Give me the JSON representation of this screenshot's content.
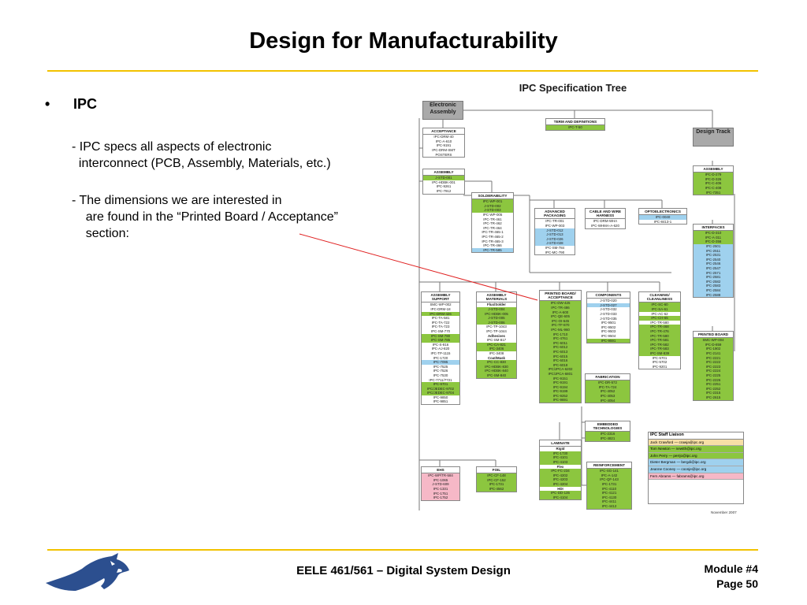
{
  "slide": {
    "title": "Design for Manufacturability",
    "bullet_mark": "•",
    "bullet_label": "IPC",
    "paragraph_1": "- IPC specs all aspects of electronic\n  interconnect (PCB, Assembly, Materials, etc.)",
    "paragraph_2": "- The dimensions we are interested in\n    are found in the “Printed Board / Acceptance”\n    section:",
    "footer_course": "EELE 461/561 – Digital System Design",
    "footer_module": "Module #4",
    "footer_page": "Page 50",
    "accent_color": "#f2c200",
    "pointer_color": "#e02020",
    "logo": "bobcat-logo"
  },
  "tree": {
    "title": "IPC Specification Tree",
    "electronic_assembly": "Electronic Assembly",
    "design_track": "Design Track",
    "date": "November 2007",
    "boxes": [
      {
        "id": "acceptance",
        "name": "ACCEPTANCE",
        "items": [
          {
            "t": "IPC-DRM-40"
          },
          {
            "t": "IPC-A-610"
          },
          {
            "t": "IPC-9191"
          },
          {
            "t": "IPC-DRM-SMT"
          },
          {
            "t": "POSTERS"
          }
        ]
      },
      {
        "id": "term",
        "name": "TERM AND DEFINITIONS",
        "items": [
          {
            "t": "IPC-T-50",
            "c": "g"
          }
        ]
      },
      {
        "id": "assembly-left",
        "name": "ASSEMBLY",
        "items": [
          {
            "t": "J-STD-001",
            "c": "g"
          },
          {
            "t": "IPC-HDBK-001"
          },
          {
            "t": "IPC-9261"
          },
          {
            "t": "IPC-7912"
          }
        ]
      },
      {
        "id": "solderability",
        "name": "SOLDERABILITY",
        "items": [
          {
            "t": "IPC-WP-001",
            "c": "g"
          },
          {
            "t": "J-STD-002",
            "c": "g"
          },
          {
            "t": "J-STD-003",
            "c": "g"
          },
          {
            "t": "IPC-WP-005"
          },
          {
            "t": "IPC-TR-461"
          },
          {
            "t": "IPC-TR-462"
          },
          {
            "t": "IPC-TR-464"
          },
          {
            "t": "IPC-TR-465-1"
          },
          {
            "t": "IPC-TR-465-2"
          },
          {
            "t": "IPC-TR-465-3"
          },
          {
            "t": "IPC-TR-466"
          },
          {
            "t": "IPC-TR-585",
            "c": "b"
          }
        ]
      },
      {
        "id": "advanced",
        "name": "ADVANCED PACKAGING",
        "items": [
          {
            "t": "IPC-TR-001"
          },
          {
            "t": "IPC-WP-003"
          },
          {
            "t": "J-STD-012",
            "c": "b"
          },
          {
            "t": "J-STD-013",
            "c": "b"
          },
          {
            "t": "J-STD-026",
            "c": "b"
          },
          {
            "t": "J-STD-028",
            "c": "b"
          },
          {
            "t": "IPC-SM-784"
          },
          {
            "t": "IPC-MC-790"
          }
        ]
      },
      {
        "id": "cable",
        "name": "CABLE AND WIRE HARNESS",
        "items": [
          {
            "t": "IPC-DRM-WHA"
          },
          {
            "t": "IPC-WHMA-A-620"
          }
        ]
      },
      {
        "id": "opto",
        "name": "OPTOELECTRONICS",
        "items": [
          {
            "t": "IPC-0040",
            "c": "b"
          },
          {
            "t": "IPC-8413-1"
          }
        ]
      },
      {
        "id": "assembly-right",
        "name": "ASSEMBLY",
        "items": [
          {
            "t": "IPC-D-279",
            "c": "g"
          },
          {
            "t": "IPC-D-326",
            "c": "g"
          },
          {
            "t": "IPC-C-406",
            "c": "g"
          },
          {
            "t": "IPC-C-408",
            "c": "g"
          },
          {
            "t": "IPC-7351",
            "c": "g"
          }
        ]
      },
      {
        "id": "interfaces",
        "name": "INTERFACES",
        "items": [
          {
            "t": "IPC-D-310",
            "c": "g"
          },
          {
            "t": "IPC-A-311",
            "c": "g"
          },
          {
            "t": "IPC-D-356",
            "c": "g"
          },
          {
            "t": "IPC-2501",
            "c": "b"
          },
          {
            "t": "IPC-2511",
            "c": "b"
          },
          {
            "t": "IPC-2531",
            "c": "b"
          },
          {
            "t": "IPC-2540",
            "c": "b"
          },
          {
            "t": "IPC-2546",
            "c": "b"
          },
          {
            "t": "IPC-2547",
            "c": "b"
          },
          {
            "t": "IPC-2571",
            "c": "b"
          },
          {
            "t": "IPC-2581",
            "c": "b"
          },
          {
            "t": "IPC-2582",
            "c": "b"
          },
          {
            "t": "IPC-2583",
            "c": "b"
          },
          {
            "t": "IPC-2584",
            "c": "b"
          },
          {
            "t": "IPC-2588",
            "c": "b"
          }
        ]
      },
      {
        "id": "asm-support",
        "name": "ASSEMBLY SUPPORT",
        "items": [
          {
            "t": "SMC-WP-002"
          },
          {
            "t": "IPC-DRM-18"
          },
          {
            "t": "IPC-DRM-426",
            "c": "g"
          },
          {
            "t": "IPC-TA-581"
          },
          {
            "t": "IPC-TA-722"
          },
          {
            "t": "IPC-TA-723"
          },
          {
            "t": "IPC-SM-770"
          },
          {
            "t": "IPC-SM-780",
            "c": "g"
          },
          {
            "t": "IPC-SM-785",
            "c": "g"
          },
          {
            "t": "IPC-S-816"
          },
          {
            "t": "IPC-AJ-820"
          },
          {
            "t": "IPC-TP-1115"
          },
          {
            "t": "IPC-1720"
          },
          {
            "t": "IPC-7095",
            "c": "b"
          },
          {
            "t": "IPC-7525"
          },
          {
            "t": "IPC-7526"
          },
          {
            "t": "IPC-7530"
          },
          {
            "t": "IPC-7711/7721"
          },
          {
            "t": "IPC-9701",
            "c": "g"
          },
          {
            "t": "IPC/JEDEC-9702",
            "c": "g"
          },
          {
            "t": "IPC/JEDEC-9704",
            "c": "g"
          },
          {
            "t": "IPC-9850"
          },
          {
            "t": "IPC-9851"
          }
        ]
      },
      {
        "id": "asm-materials",
        "name": "ASSEMBLY MATERIALS",
        "items": [
          {
            "t": "Flux/Solder",
            "c": "h"
          },
          {
            "t": "J-STD-004",
            "c": "g"
          },
          {
            "t": "IPC-HDBK-005",
            "c": "g"
          },
          {
            "t": "J-STD-005",
            "c": "g"
          },
          {
            "t": "J-STD-006",
            "c": "g"
          },
          {
            "t": "IPC-TP-1043"
          },
          {
            "t": "IPC-TP-1044"
          },
          {
            "t": "Adhesives",
            "c": "h"
          },
          {
            "t": "IPC-SM-817"
          },
          {
            "t": "IPC-CA-821",
            "c": "g"
          },
          {
            "t": "IPC-3406",
            "c": "g"
          },
          {
            "t": "IPC-3408"
          },
          {
            "t": "Coat/Mask",
            "c": "h"
          },
          {
            "t": "IPC-CC-830",
            "c": "g"
          },
          {
            "t": "IPC-HDBK-830",
            "c": "g"
          },
          {
            "t": "IPC-HDBK-840",
            "c": "g"
          },
          {
            "t": "IPC-SM-840",
            "c": "g"
          }
        ]
      },
      {
        "id": "printed-acc",
        "name": "PRINTED BOARD/ ACCEPTANCE",
        "items": [
          {
            "t": "IPC-DW-425",
            "c": "g"
          },
          {
            "t": "IPC-TR-486",
            "c": "g"
          },
          {
            "t": "IPC-A-600",
            "c": "g"
          },
          {
            "t": "IPC-QE-605",
            "c": "g"
          },
          {
            "t": "IPC-OI-645",
            "c": "g"
          },
          {
            "t": "IPC-TF-870",
            "c": "g"
          },
          {
            "t": "IPC-ML-960",
            "c": "g"
          },
          {
            "t": "IPC-1710",
            "c": "g"
          },
          {
            "t": "IPC-4761",
            "c": "g"
          },
          {
            "t": "IPC-6011",
            "c": "g"
          },
          {
            "t": "IPC-6012",
            "c": "g"
          },
          {
            "t": "IPC-6013",
            "c": "g"
          },
          {
            "t": "IPC-6015",
            "c": "g"
          },
          {
            "t": "IPC-6016",
            "c": "g"
          },
          {
            "t": "IPC-6018",
            "c": "g"
          },
          {
            "t": "IPC/JPCA-6202",
            "c": "g"
          },
          {
            "t": "IPC/JPCA-6801",
            "c": "g"
          },
          {
            "t": "IPC-9151",
            "c": "g"
          },
          {
            "t": "IPC-9191",
            "c": "g"
          },
          {
            "t": "IPC-9194",
            "c": "g"
          },
          {
            "t": "IPC-9199",
            "c": "g"
          },
          {
            "t": "IPC-9252",
            "c": "g"
          },
          {
            "t": "IPC-9691",
            "c": "g"
          }
        ]
      },
      {
        "id": "components",
        "name": "COMPONENTS",
        "items": [
          {
            "t": "J-STD-020"
          },
          {
            "t": "J-STD-027",
            "c": "b"
          },
          {
            "t": "J-STD-032"
          },
          {
            "t": "J-STD-033"
          },
          {
            "t": "J-STD-035"
          },
          {
            "t": "IPC-9501"
          },
          {
            "t": "IPC-9502"
          },
          {
            "t": "IPC-9503"
          },
          {
            "t": "IPC-9504"
          },
          {
            "t": "IPC-9591",
            "c": "g"
          }
        ]
      },
      {
        "id": "cleaning",
        "name": "CLEANING/ CLEANLINESS",
        "items": [
          {
            "t": "IPC-SC-60",
            "c": "g"
          },
          {
            "t": "IPC-SA-61",
            "c": "g"
          },
          {
            "t": "IPC-AC-62"
          },
          {
            "t": "IPC-CH-65",
            "c": "g"
          },
          {
            "t": "IPC-TR-580"
          },
          {
            "t": "IPC-TR-468",
            "c": "g"
          },
          {
            "t": "IPC-TR-476",
            "c": "g"
          },
          {
            "t": "IPC-TR-580",
            "c": "g"
          },
          {
            "t": "IPC-TR-581",
            "c": "g"
          },
          {
            "t": "IPC-TR-582",
            "c": "g"
          },
          {
            "t": "IPC-TR-583",
            "c": "g"
          },
          {
            "t": "IPC-SM-839",
            "c": "g"
          },
          {
            "t": "IPC-5701"
          },
          {
            "t": "IPC-5702"
          },
          {
            "t": "IPC-9201"
          }
        ]
      },
      {
        "id": "printed-board",
        "name": "PRINTED BOARD",
        "items": [
          {
            "t": "SMC-WP-004",
            "c": "g"
          },
          {
            "t": "IPC-D-859",
            "c": "g"
          },
          {
            "t": "IPC-1902",
            "c": "g"
          },
          {
            "t": "IPC-2141",
            "c": "g"
          },
          {
            "t": "IPC-2221",
            "c": "g"
          },
          {
            "t": "IPC-2222",
            "c": "g"
          },
          {
            "t": "IPC-2223",
            "c": "g"
          },
          {
            "t": "IPC-2224",
            "c": "g"
          },
          {
            "t": "IPC-2225",
            "c": "g"
          },
          {
            "t": "IPC-2226",
            "c": "g"
          },
          {
            "t": "IPC-2251",
            "c": "g"
          },
          {
            "t": "IPC-2252",
            "c": "g"
          },
          {
            "t": "IPC-2315",
            "c": "g"
          },
          {
            "t": "IPC-2615",
            "c": "g"
          }
        ]
      },
      {
        "id": "fabrication",
        "name": "FABRICATION",
        "items": [
          {
            "t": "IPC-DR-572",
            "c": "g"
          },
          {
            "t": "IPC-TA-724",
            "c": "g"
          },
          {
            "t": "IPC-4052",
            "c": "g"
          },
          {
            "t": "IPC-4053",
            "c": "g"
          },
          {
            "t": "IPC-4054",
            "c": "g"
          }
        ]
      },
      {
        "id": "embedded",
        "name": "EMBEDDED TECHNOLOGIES",
        "items": [
          {
            "t": "IPC-2316",
            "c": "g"
          },
          {
            "t": "IPC-4821",
            "c": "g"
          }
        ]
      },
      {
        "id": "laminate",
        "name": "LAMINATE",
        "items": [
          {
            "t": "Rigid",
            "c": "h"
          },
          {
            "t": "IPC-1730",
            "c": "g"
          },
          {
            "t": "IPC-4101",
            "c": "g"
          },
          {
            "t": "IPC-4103",
            "c": "g"
          },
          {
            "t": "Flex",
            "c": "h"
          },
          {
            "t": "IPC-FC-234",
            "c": "g"
          },
          {
            "t": "IPC-4202",
            "c": "g"
          },
          {
            "t": "IPC-4203",
            "c": "g"
          },
          {
            "t": "IPC-4204",
            "c": "g"
          },
          {
            "t": "HDI",
            "c": "h"
          },
          {
            "t": "IPC-DD-135",
            "c": "g"
          },
          {
            "t": "IPC-4104",
            "c": "g"
          }
        ]
      },
      {
        "id": "ehs",
        "name": "EHS",
        "items": [
          {
            "t": "IPC-WP/TR-584",
            "c": "p"
          },
          {
            "t": "IPC-1065",
            "c": "p"
          },
          {
            "t": "J-STD-609",
            "c": "p"
          },
          {
            "t": "IPC-1331",
            "c": "p"
          },
          {
            "t": "IPC-1751",
            "c": "p"
          },
          {
            "t": "IPC-1752",
            "c": "p"
          }
        ]
      },
      {
        "id": "foil",
        "name": "FOIL",
        "items": [
          {
            "t": "IPC-CF-148",
            "c": "g"
          },
          {
            "t": "IPC-CF-152",
            "c": "g"
          },
          {
            "t": "IPC-1731",
            "c": "g"
          },
          {
            "t": "IPC-4562",
            "c": "g"
          }
        ]
      },
      {
        "id": "reinforcement",
        "name": "REINFORCEMENT",
        "items": [
          {
            "t": "IPC-SG-141",
            "c": "g"
          },
          {
            "t": "IPC-A-142",
            "c": "g"
          },
          {
            "t": "IPC-QF-143",
            "c": "g"
          },
          {
            "t": "IPC-1731",
            "c": "g"
          },
          {
            "t": "IPC-4110",
            "c": "g"
          },
          {
            "t": "IPC-4121",
            "c": "g"
          },
          {
            "t": "IPC-4130",
            "c": "g"
          },
          {
            "t": "IPC-4411",
            "c": "g"
          },
          {
            "t": "IPC-4412",
            "c": "g"
          }
        ]
      }
    ],
    "liaison": {
      "title": "IPC Staff Liaison",
      "rows": [
        {
          "t": "Jack Crawford — crawja@ipc.org",
          "c": "y"
        },
        {
          "t": "Tom Newton — newtth@ipc.org",
          "c": "g"
        },
        {
          "t": "John Perry — perrjo@ipc.org",
          "c": "g"
        },
        {
          "t": "Dieter Bergman — bergdi@ipc.org",
          "c": "b"
        },
        {
          "t": "Jeanne Cooney — coonje@ipc.org",
          "c": "b"
        },
        {
          "t": "Fern Abrams — fabrams@ipc.org",
          "c": "p"
        }
      ]
    }
  }
}
